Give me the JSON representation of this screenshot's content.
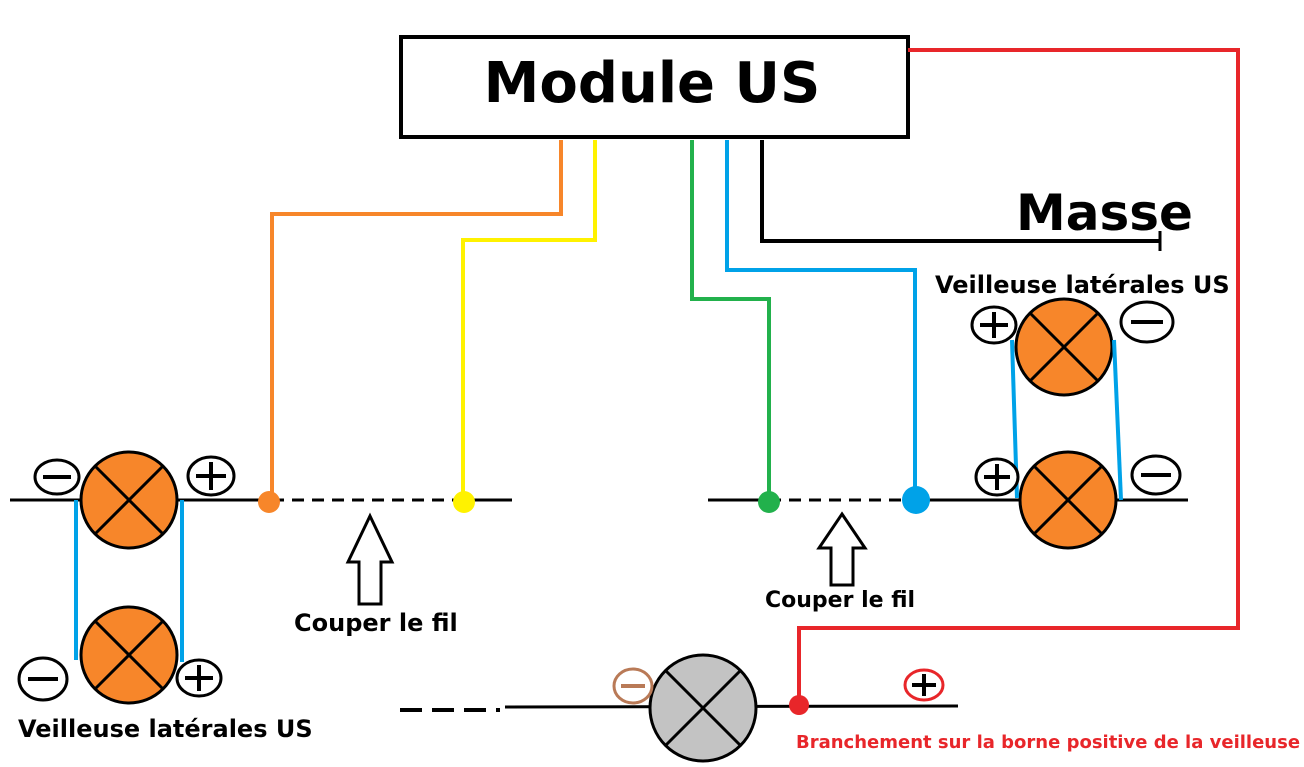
{
  "module": {
    "title": "Module US"
  },
  "ground": {
    "label": "Masse"
  },
  "lamp_groups": {
    "left": {
      "label": "Veilleuse latérales US"
    },
    "right": {
      "label": "Veilleuse latérales US"
    }
  },
  "cut_instructions": {
    "left": "Couper le fil",
    "right": "Couper le fil"
  },
  "bottom_note": "Branchement sur la borne positive de la veilleuse",
  "wire_colors": {
    "orange": "#f7862a",
    "yellow": "#fff200",
    "green": "#22b14c",
    "blue": "#00a2e8",
    "black": "#000000",
    "red": "#e8262a",
    "lamp_orange": "#f7862a",
    "lamp_grey": "#c3c3c3",
    "brown_terminal": "#b97a57"
  }
}
